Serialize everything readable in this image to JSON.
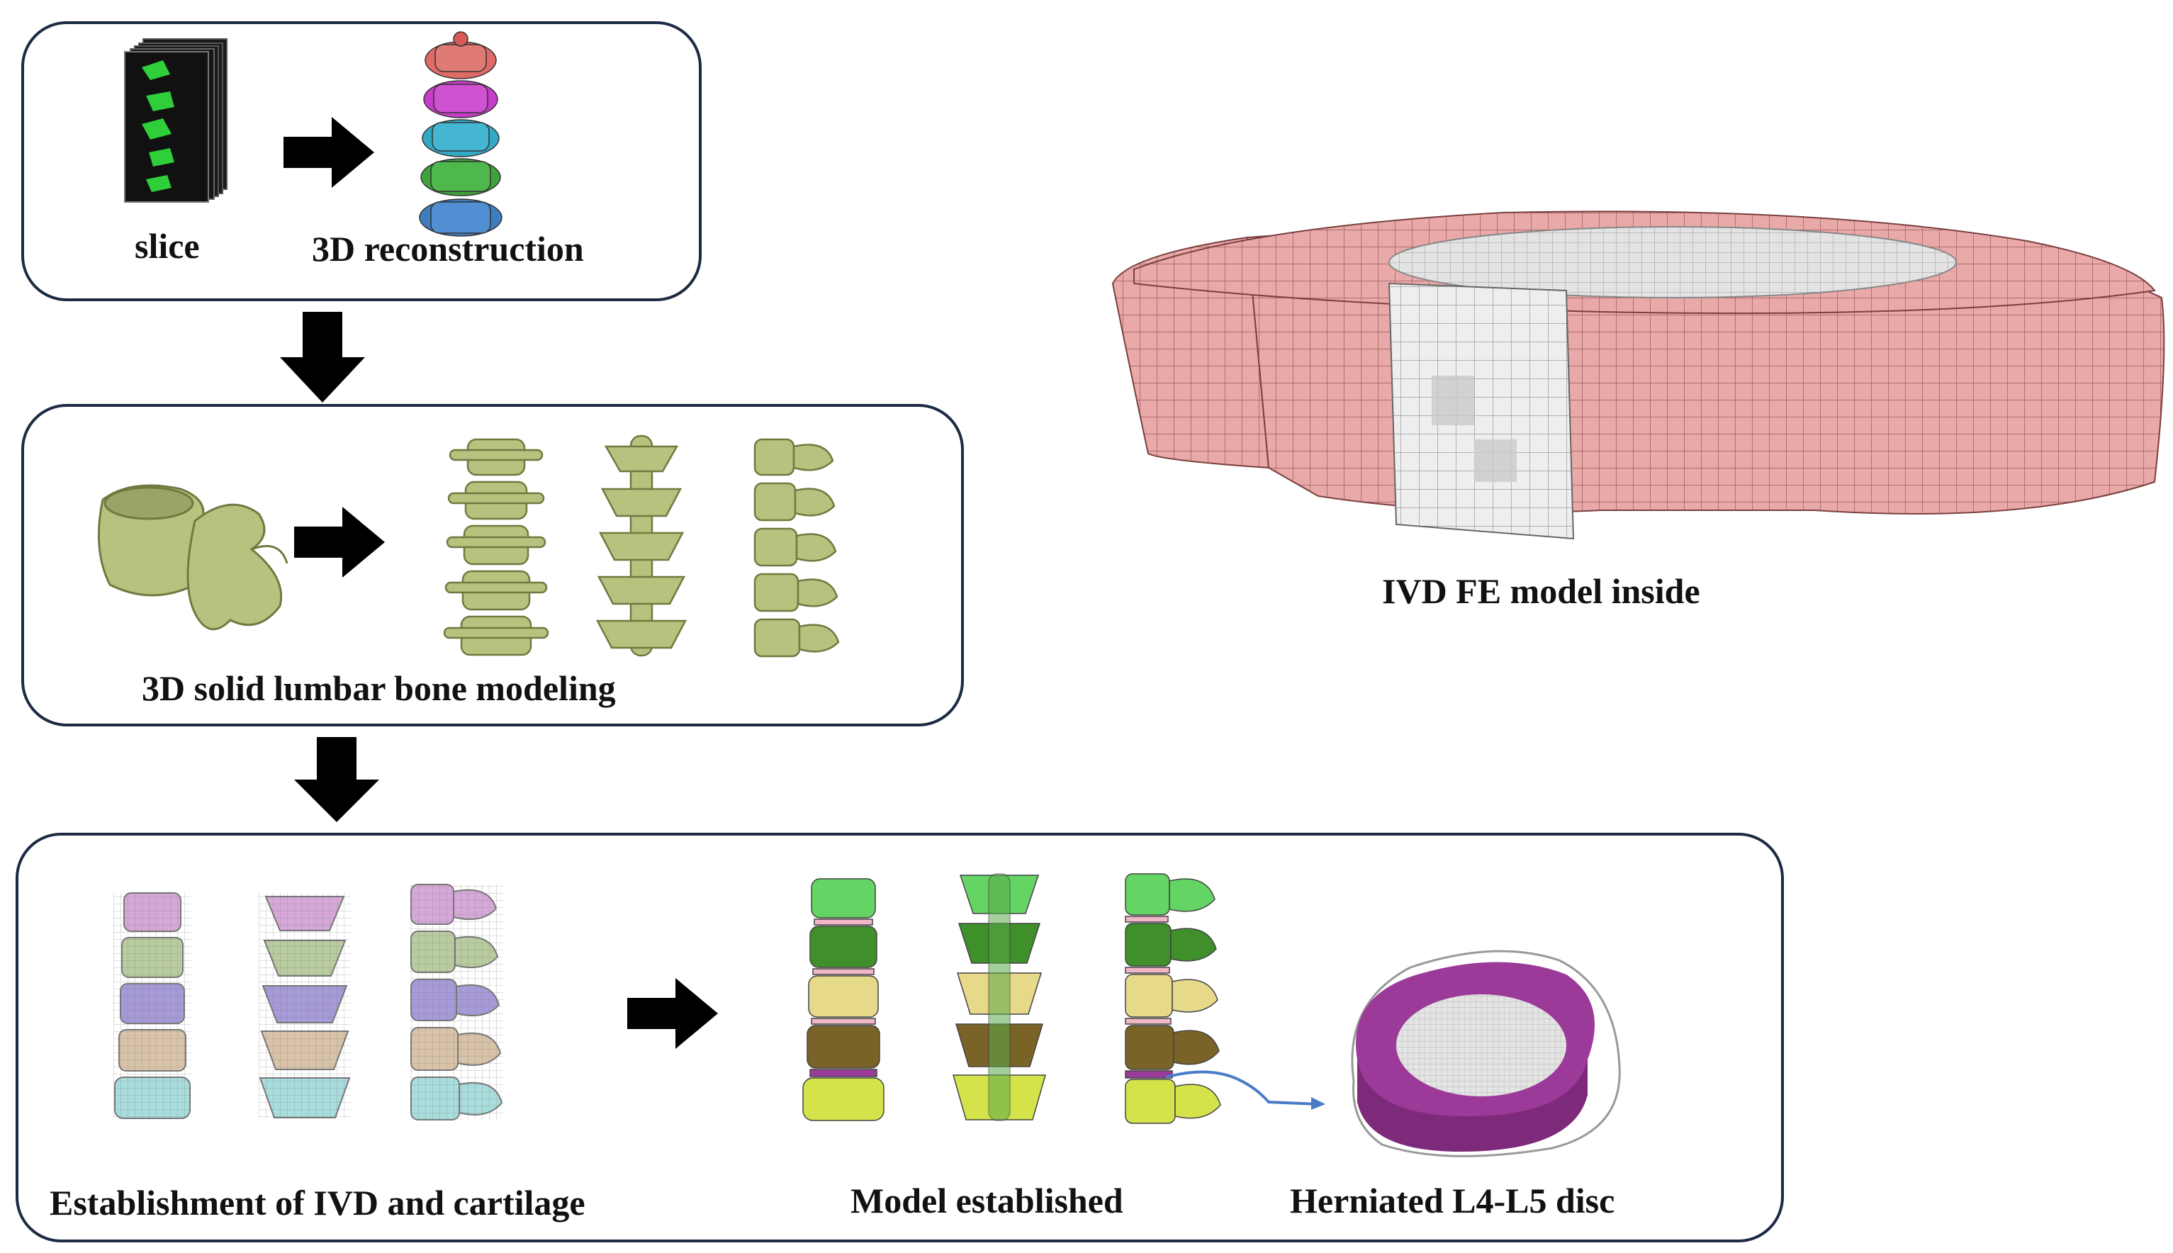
{
  "panel1": {
    "label_slice": "slice",
    "label_recon": "3D reconstruction"
  },
  "panel2": {
    "label": "3D solid lumbar bone modeling"
  },
  "panel3": {
    "label_establishment": "Establishment of IVD and cartilage",
    "label_model": "Model established",
    "label_herniated": "Herniated L4-L5 disc"
  },
  "ivd_model": {
    "label": "IVD FE model inside"
  },
  "colors": {
    "vert_seg": [
      "#e06a66",
      "#c53dc8",
      "#33a9c6",
      "#3ea33c",
      "#3f7dbf"
    ],
    "bone_green": "#b8c27f",
    "mesh_seg": [
      "#d6a8d8",
      "#b9cc9f",
      "#a79ad8",
      "#d9c3a8",
      "#a9dcdc"
    ],
    "model_seg": [
      "#64d464",
      "#3f8f2a",
      "#e6d98a",
      "#7a6327",
      "#d4e34a"
    ],
    "disc_purple": "#9b3a98",
    "annulus_pink": "#e8a9a8",
    "nucleus_grey": "#e4e4e4"
  }
}
